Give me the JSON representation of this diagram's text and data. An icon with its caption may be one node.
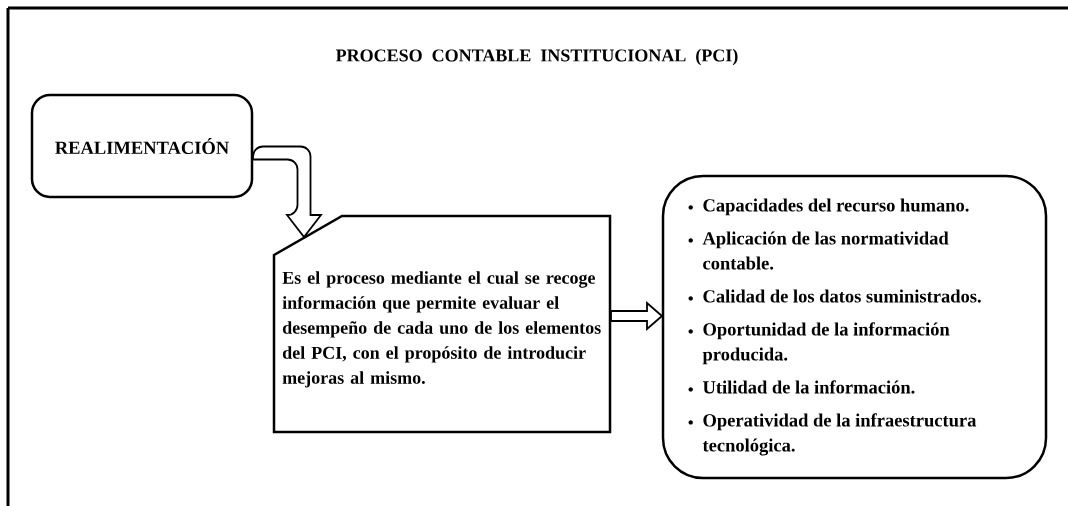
{
  "diagram": {
    "title": "PROCESO  CONTABLE  INSTITUCIONAL  (PCI)",
    "nodes": [
      {
        "text": [
          "REALIMENTACIÓN"
        ]
      },
      {
        "text": [
          "Es el proceso mediante el cual se recoge información que permite evaluar el desempeño de cada uno de los elementos del PCI, con el propósito de introducir mejoras al mismo."
        ]
      },
      {
        "text": [
          "Capacidades del recurso humano.",
          "Aplicación de las normatividad contable.",
          "Calidad de los datos suministrados.",
          "Oportunidad de la información producida.",
          "Utilidad de la información.",
          "Operatividad de la infraestructura tecnológica."
        ]
      }
    ],
    "edges": [
      {
        "from": 0,
        "to": 1,
        "arrow": "to"
      },
      {
        "from": 1,
        "to": 2,
        "arrow": "to"
      }
    ]
  }
}
